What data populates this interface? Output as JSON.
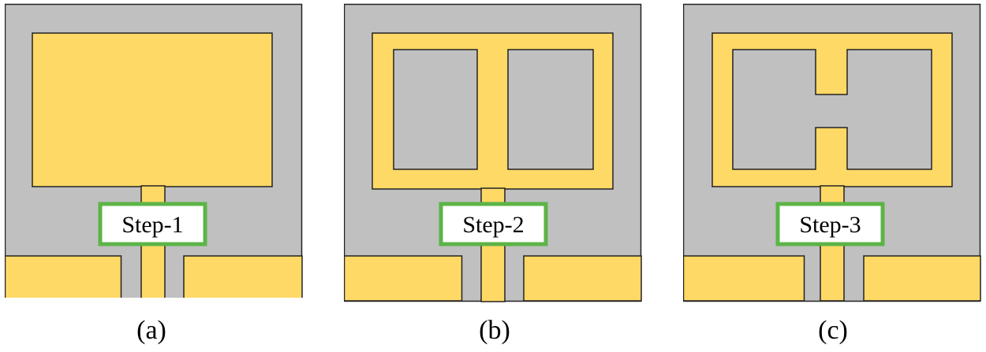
{
  "colors": {
    "substrate": "#c0c0c0",
    "conductor": "#ffd966",
    "outline": "#222222",
    "label_border": "#5cb447",
    "label_fill": "#ffffff"
  },
  "panels": [
    {
      "step_label": "Step-1",
      "caption": "(a)"
    },
    {
      "step_label": "Step-2",
      "caption": "(b)"
    },
    {
      "step_label": "Step-3",
      "caption": "(c)"
    }
  ]
}
